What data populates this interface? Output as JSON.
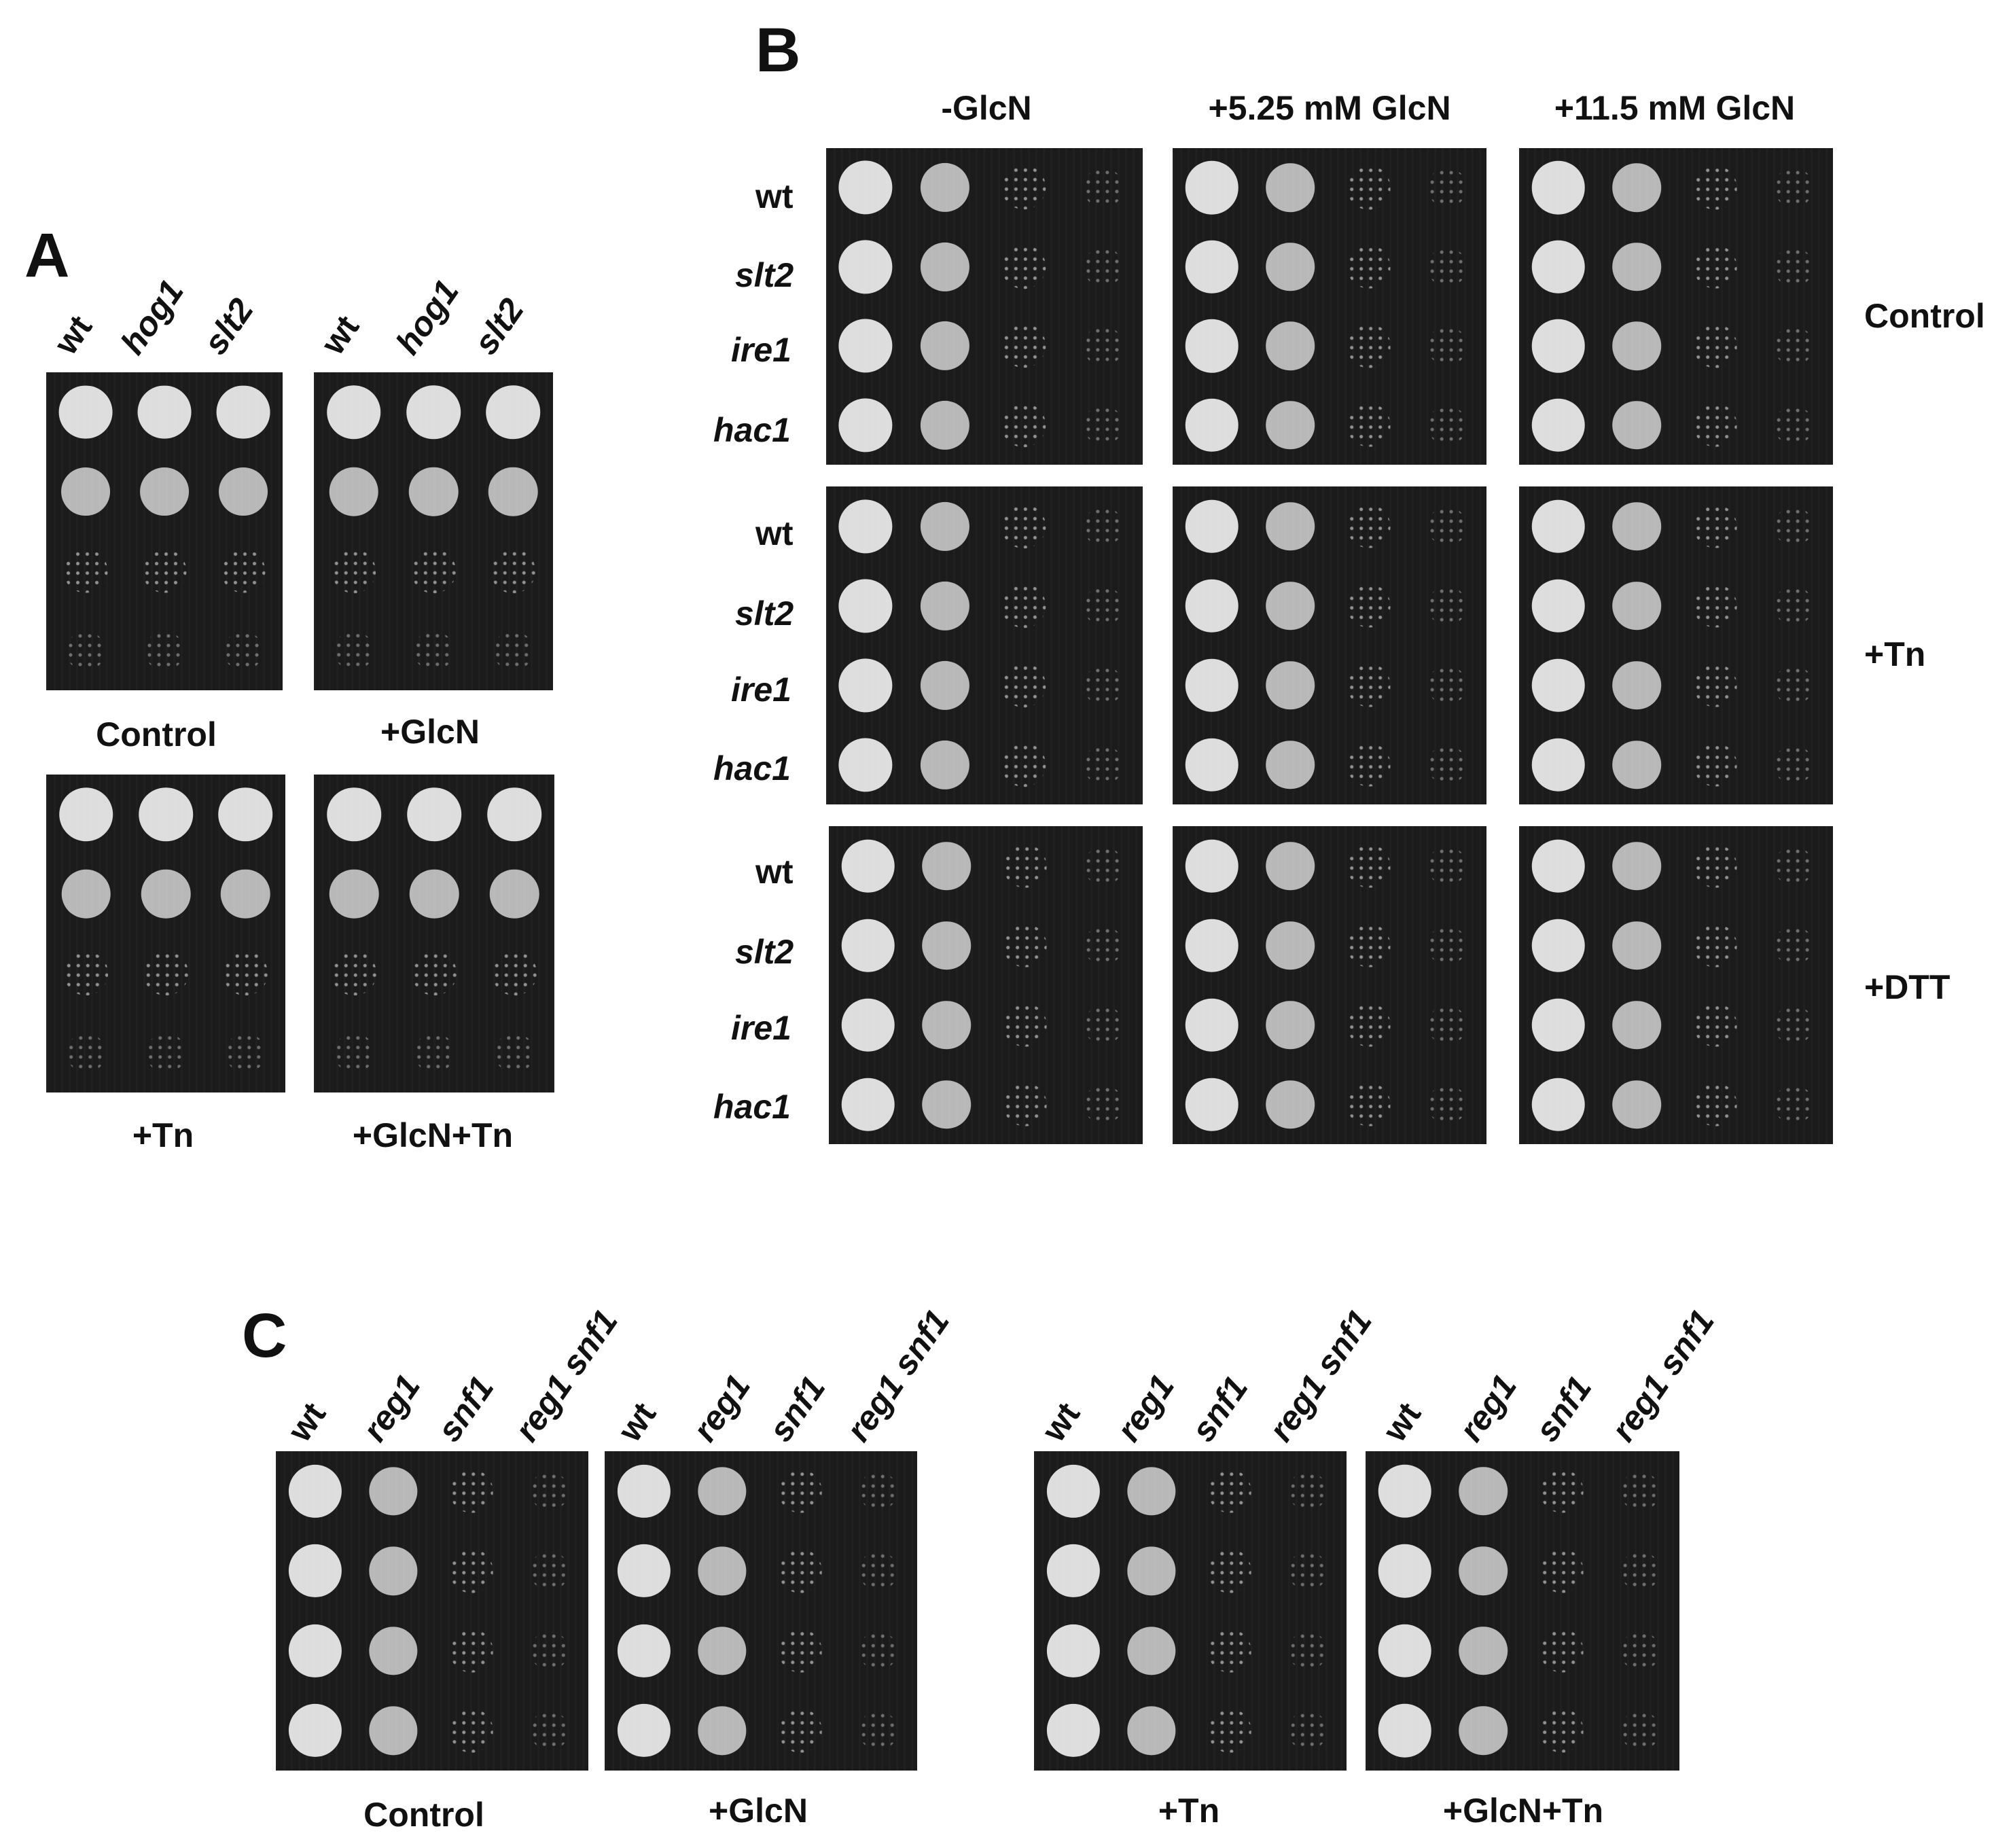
{
  "panelA": {
    "letter": "A",
    "columns_left": [
      "wt",
      "hog1",
      "slt2"
    ],
    "columns_right": [
      "wt",
      "hog1",
      "slt2"
    ],
    "captions": [
      "Control",
      "+GlcN",
      "+Tn",
      "+GlcN+Tn"
    ]
  },
  "panelB": {
    "letter": "B",
    "columns": [
      "-GlcN",
      "+5.25 mM GlcN",
      "+11.5 mM GlcN"
    ],
    "rows": [
      "wt",
      "slt2",
      "ire1",
      "hac1"
    ],
    "conditions": [
      "Control",
      "+Tn",
      "+DTT"
    ]
  },
  "panelC": {
    "letter": "C",
    "strains": [
      "wt",
      "reg1",
      "snf1",
      "reg1 snf1"
    ],
    "captions": [
      "Control",
      "+GlcN",
      "+Tn",
      "+GlcN+Tn"
    ]
  },
  "colors": {
    "plate": "#1b1b1b",
    "colony": "#e6e6e6",
    "background": "#ffffff"
  }
}
